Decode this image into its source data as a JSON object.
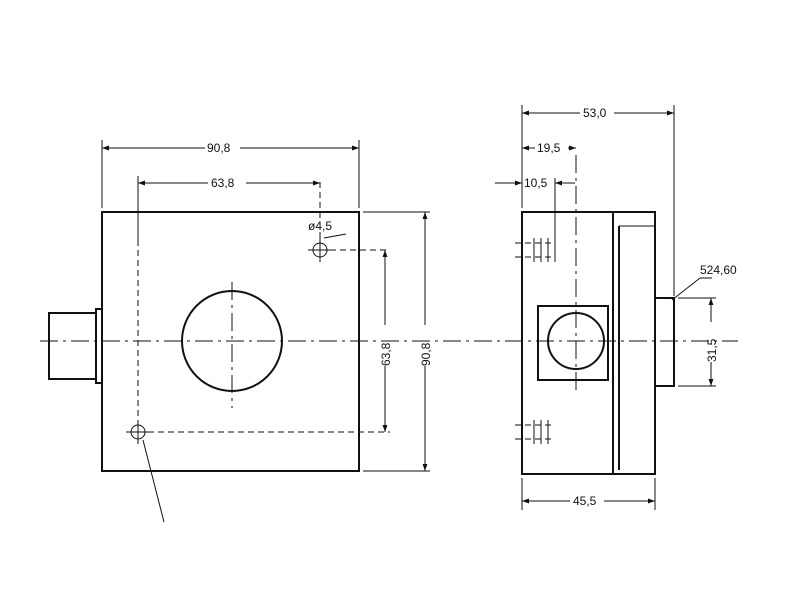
{
  "front_view": {
    "width_overall": "90,8",
    "hole_spacing_horizontal": "63,8",
    "hole_diameter": "ø4,5",
    "hole_spacing_vertical": "63,8",
    "height_overall": "90,8"
  },
  "side_view": {
    "depth_overall": "53,0",
    "depth_to_center": "19,5",
    "depth_to_hole": "10,5",
    "thread_callout": "524,60",
    "shaft_diameter": "31,5",
    "body_depth": "45,5"
  }
}
